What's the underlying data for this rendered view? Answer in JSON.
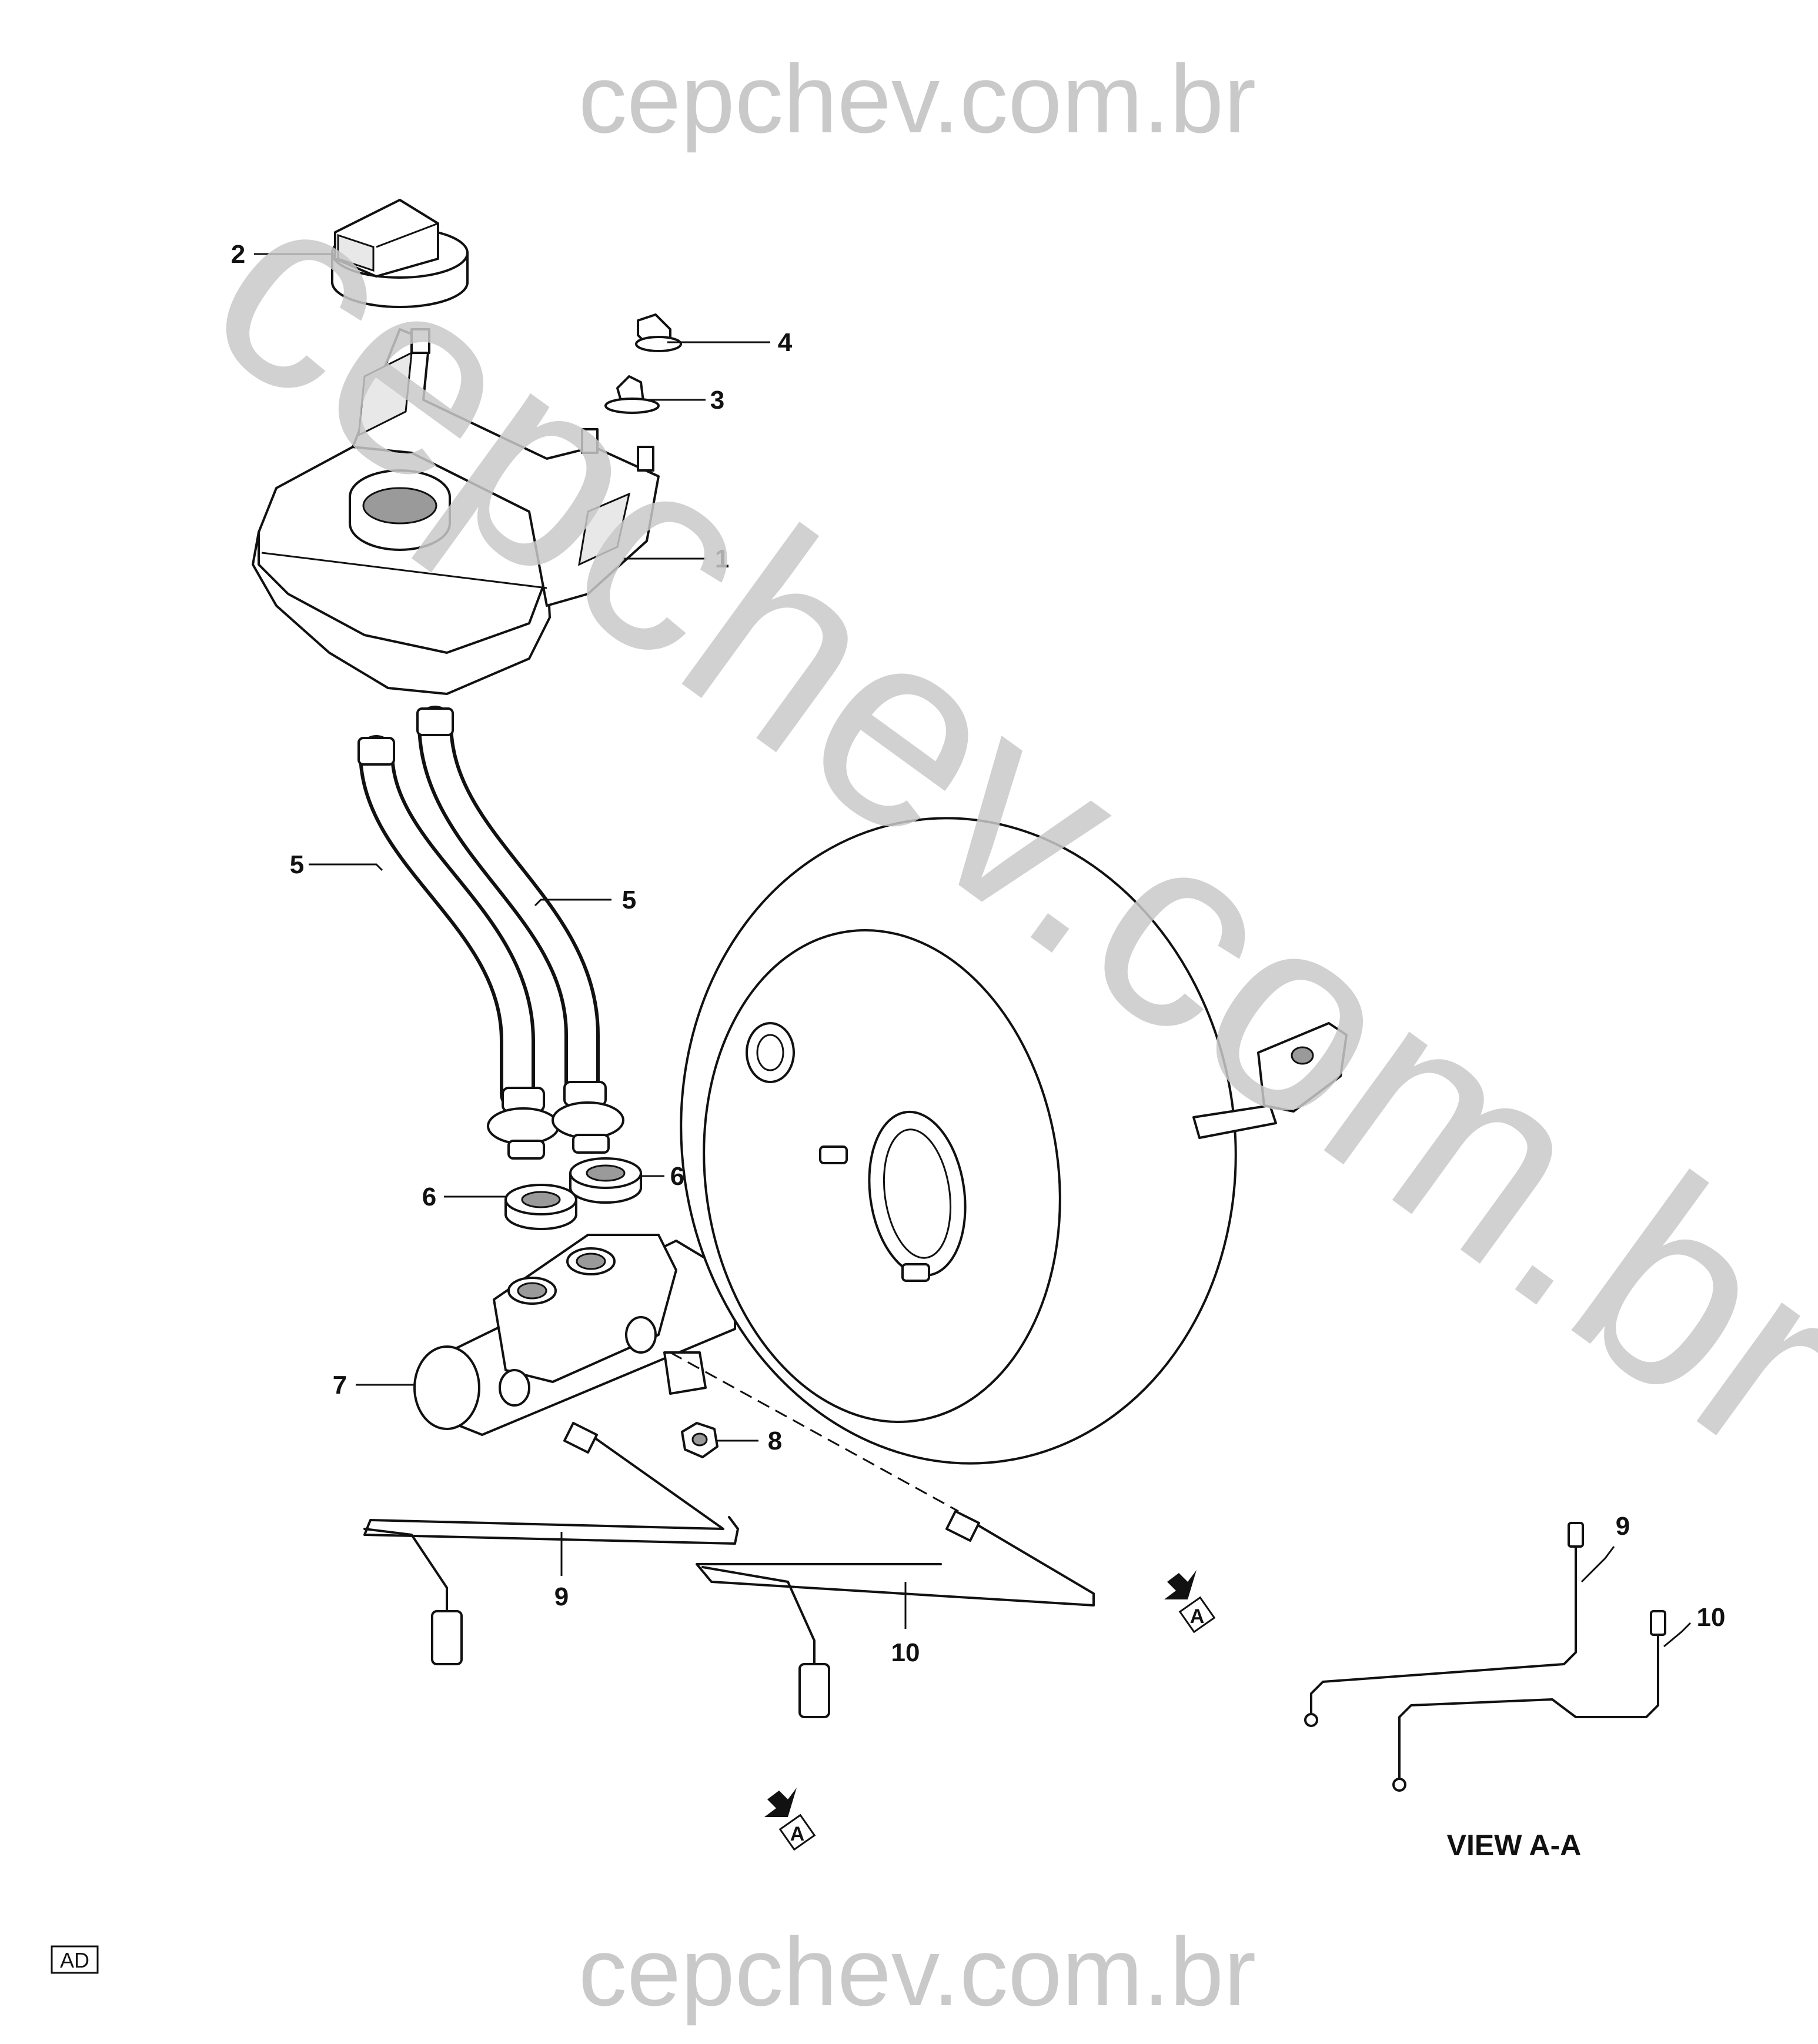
{
  "watermark": {
    "text": "cepchev.com.br",
    "color": "#c9c9c9"
  },
  "callouts": {
    "c1": "1",
    "c2": "2",
    "c3": "3",
    "c4": "4",
    "c5a": "5",
    "c5b": "5",
    "c6a": "6",
    "c6b": "6",
    "c7": "7",
    "c8": "8",
    "c9a": "9",
    "c9b": "9",
    "c10a": "10",
    "c10b": "10"
  },
  "view_arrows": {
    "letter": "A"
  },
  "view_title": "VIEW A-A",
  "corner_code": "AD"
}
